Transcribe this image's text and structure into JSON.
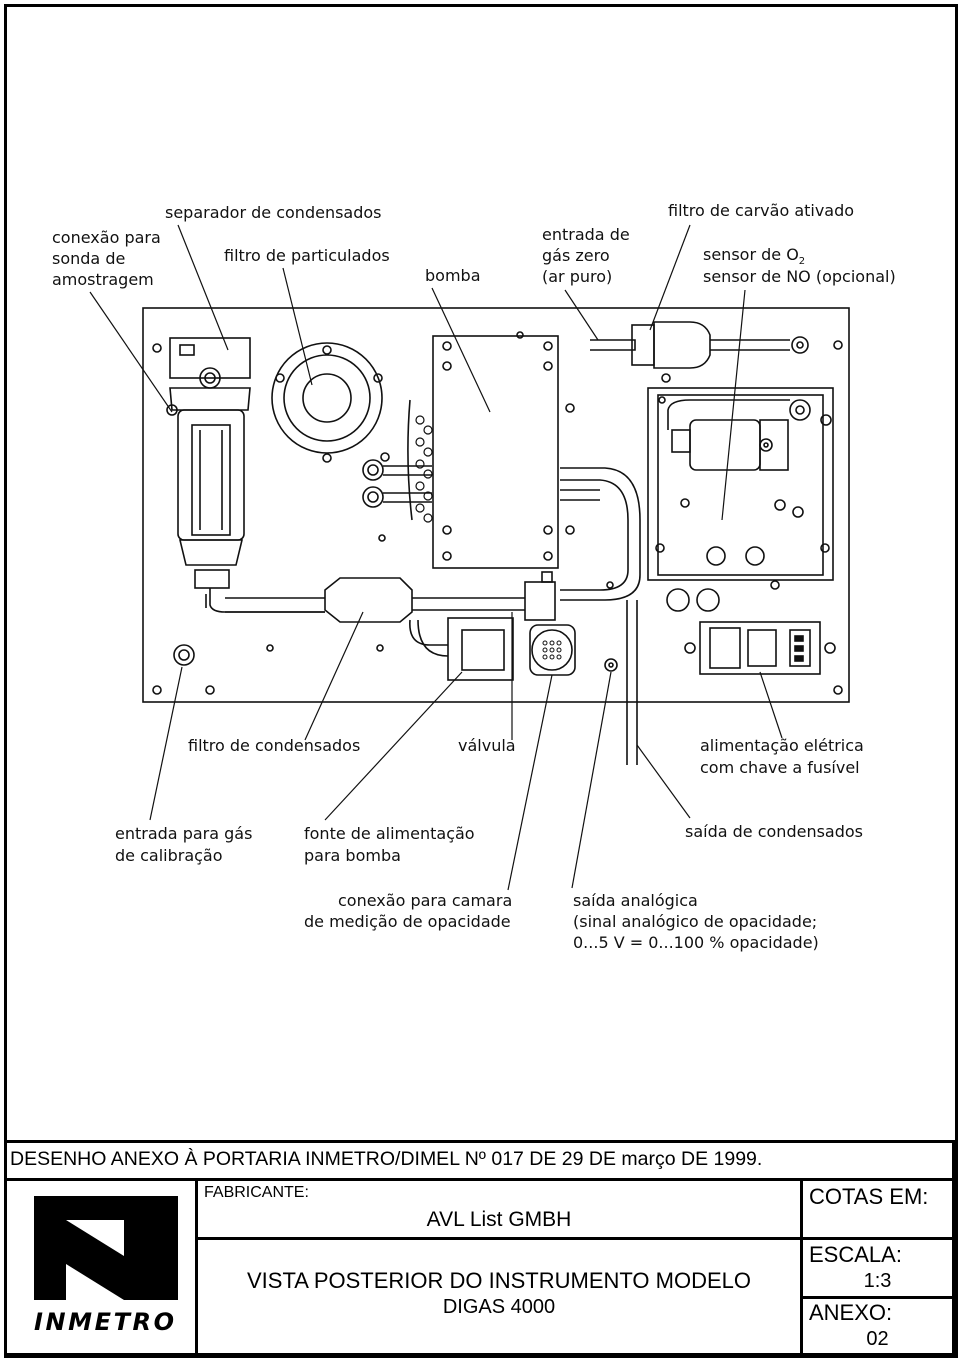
{
  "diagram": {
    "labels": {
      "conexao_sonda": [
        "conexão para",
        "sonda de",
        "amostragem"
      ],
      "separador": "separador de condensados",
      "filtro_particulados": "filtro de particulados",
      "bomba": "bomba",
      "entrada_gas_zero": [
        "entrada de",
        "gás zero",
        "(ar puro)"
      ],
      "filtro_carvao": "filtro de carvão ativado",
      "sensor_o2": "sensor de O",
      "sensor_o2_sub": "2",
      "sensor_no": "sensor de NO (opcional)",
      "filtro_condensados": "filtro de condensados",
      "valvula": "válvula",
      "alimentacao": [
        "alimentação elétrica",
        "com chave a fusível"
      ],
      "entrada_calibracao": [
        "entrada para gás",
        "de calibração"
      ],
      "fonte_alimentacao": [
        "fonte de alimentação",
        "para bomba"
      ],
      "saida_condensados": "saída de condensados",
      "conexao_camara": [
        "conexão para camara",
        "de medição de opacidade"
      ],
      "saida_analogica": [
        "saída analógica",
        "(sinal analógico de opacidade;",
        "0...5 V = 0...100 % opacidade)"
      ]
    }
  },
  "title_block": {
    "header": "DESENHO ANEXO À PORTARIA INMETRO/DIMEL Nº 017 DE 29 DE março DE 1999.",
    "logo_text": "INMETRO",
    "fabricante_label": "FABRICANTE:",
    "fabricante_value": "AVL List GMBH",
    "cotas_label": "COTAS EM:",
    "escala_label": "ESCALA:",
    "escala_value": "1:3",
    "description": [
      "VISTA POSTERIOR DO INSTRUMENTO MODELO",
      "DIGAS 4000"
    ],
    "anexo_label": "ANEXO:",
    "anexo_value": "02"
  }
}
